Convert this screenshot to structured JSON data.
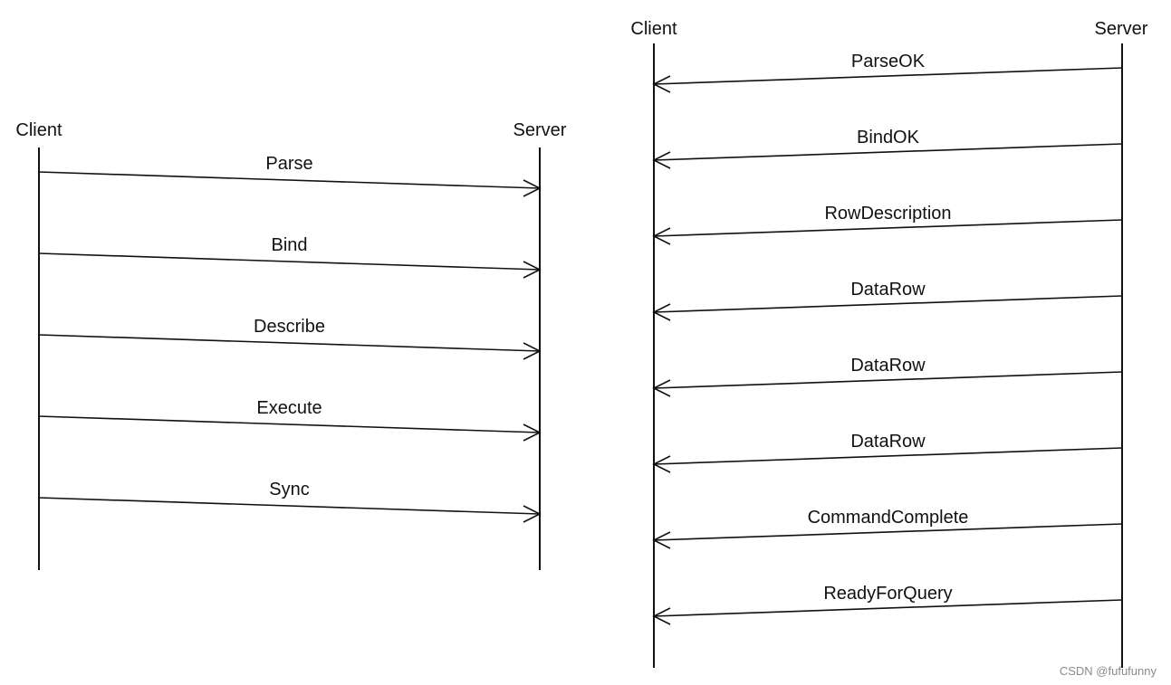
{
  "left_diagram": {
    "client_label": "Client",
    "server_label": "Server",
    "messages": [
      "Parse",
      "Bind",
      "Describe",
      "Execute",
      "Sync"
    ]
  },
  "right_diagram": {
    "client_label": "Client",
    "server_label": "Server",
    "messages": [
      "ParseOK",
      "BindOK",
      "RowDescription",
      "DataRow",
      "DataRow",
      "DataRow",
      "CommandComplete",
      "ReadyForQuery"
    ]
  },
  "watermark": "CSDN @fufufunny"
}
